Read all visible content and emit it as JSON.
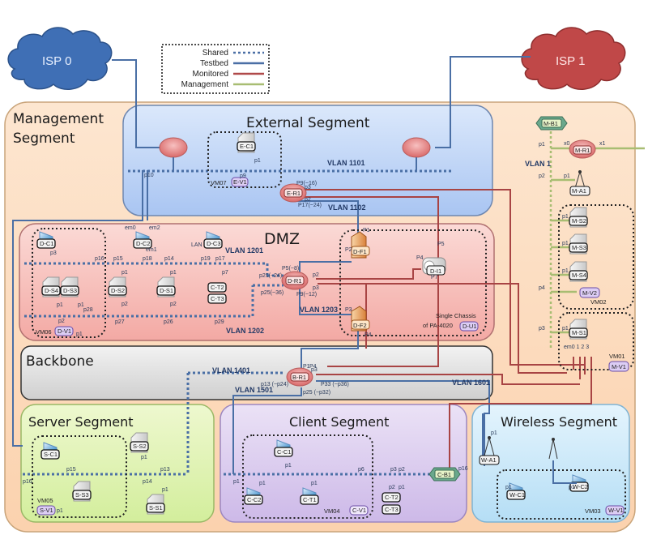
{
  "clouds": [
    {
      "id": "isp0",
      "label": "ISP 0",
      "color": "#3f6fb5"
    },
    {
      "id": "isp1",
      "label": "ISP 1",
      "color": "#c04848"
    }
  ],
  "legend": {
    "items": [
      {
        "label": "Shared",
        "style": "dotted",
        "color": "#4a6fa5"
      },
      {
        "label": "Testbed",
        "style": "solid",
        "color": "#4a6fa5"
      },
      {
        "label": "Monitored",
        "style": "solid",
        "color": "#b04a4a"
      },
      {
        "label": "Management",
        "style": "solid",
        "color": "#a8bd72"
      }
    ]
  },
  "colors": {
    "shared": "#4a6fa5",
    "testbed": "#4a6fa5",
    "monitored": "#a84444",
    "management": "#a8bd72",
    "management_bg": "#fcdcbf",
    "external_bg": "#b9d2f7",
    "dmz_bg": "#f6b9b4",
    "backbone_bg": "#d9d9d9",
    "server_bg": "#d9f0a8",
    "client_bg": "#d7c6ec",
    "wireless_bg": "#c5e6f8"
  },
  "segments": {
    "management": "Management Segment",
    "management_line1": "Management",
    "management_line2": "Segment",
    "external": "External Segment",
    "dmz": "DMZ",
    "backbone": "Backbone",
    "server": "Server Segment",
    "client": "Client Segment",
    "wireless": "Wireless Segment"
  },
  "vlans": {
    "v1101": "VLAN 1101",
    "v1102": "VLAN 1102",
    "v1201": "VLAN 1201",
    "v1202": "VLAN 1202",
    "v1203": "VLAN 1203",
    "v1401": "VLAN 1401",
    "v1501": "VLAN 1501",
    "v1601": "VLAN 1601",
    "v1": "VLAN 1"
  },
  "vms": {
    "vm01": "VM01",
    "vm02": "VM02",
    "vm03": "VM03",
    "vm04": "VM04",
    "vm05": "VM05",
    "vm06": "VM06",
    "vm07": "VM07"
  },
  "chassis": {
    "line1": "Single Chassis",
    "line2": "of PA-4020"
  },
  "devices": {
    "ec1": "E-C1",
    "ev1": "E-V1",
    "er1": "E-R1",
    "dc1": "D-C1",
    "dc2": "D-C2",
    "dc3": "D-C3",
    "ds1": "D-S1",
    "ds2": "D-S2",
    "ds3": "D-S3",
    "ds4": "D-S4",
    "dv1": "D-V1",
    "dr1": "D-R1",
    "df1": "D-F1",
    "df2": "D-F2",
    "di1": "D-I1",
    "du1": "D-U1",
    "ct2": "C-T2",
    "ct3": "C-T3",
    "br1": "B-R1",
    "sc1": "S-C1",
    "ss1": "S-S1",
    "ss2": "S-S2",
    "ss3": "S-S3",
    "sv1": "S-V1",
    "cc1": "C-C1",
    "cc2": "C-C2",
    "ct1": "C-T1",
    "cv1": "C-V1",
    "cb1": "C-B1",
    "ct2b": "C-T2",
    "ct3b": "C-T3",
    "wa1": "W-A1",
    "wc1": "W-C1",
    "wc2": "W-C2",
    "wv1": "W-V1",
    "mb1": "M-B1",
    "mr1": "M-R1",
    "ma1": "M-A1",
    "ms1": "M-S1",
    "ms2": "M-S2",
    "ms3": "M-S3",
    "ms4": "M-S4",
    "mv1": "M-V1",
    "mv2": "M-V2"
  },
  "ports": {
    "ext_p10": "p10",
    "ext_p1": "p1",
    "ext_p9": "p9",
    "er1_p9": "P9(~16)",
    "er1_p3": "p3",
    "er1_p2": "p2",
    "er1_p17": "P17(~24)",
    "dc2_em0": "em0",
    "dc2_em2": "em2",
    "dc2_em1": "em1",
    "dc1_p3": "p3",
    "dc3_lan": "LAN",
    "p16": "p16",
    "p15": "p15",
    "p18": "p18",
    "p14": "p14",
    "p19": "p19",
    "p17": "p17",
    "ds2_p1": "p1",
    "ds2_p2": "p2",
    "ds1_p1": "p1",
    "ds1_p2": "p2",
    "ct_p7": "p7",
    "p27": "p27",
    "p26": "p26",
    "p29": "p29",
    "p28": "p28",
    "ds4_p1": "p1",
    "ds3_p1": "p1",
    "dv1_p2": "p2",
    "dv1_p1": "p1",
    "dr1_p5": "P5(~8)",
    "dr1_p21": "p21(~24)",
    "dr1_p25": "p25(~36)",
    "dr1_p2": "p2",
    "dr1_p3": "p3",
    "dr1_p9": "P9(~12)",
    "df1_p1": "P1",
    "df1_p2": "P2",
    "df2_p3": "P3",
    "df2_p4": "P4",
    "di1_p4": "P4",
    "di1_p5": "P5",
    "di1_p7": "P7",
    "br1_p1": "P1",
    "br1_p4": "P4",
    "br1_p3": "p3",
    "br1_p13": "p13 (~p24)",
    "br1_p33": "P33 (~p36)",
    "br1_p25": "p25 (~p32)",
    "srv_p16": "p16",
    "srv_p15": "p15",
    "srv_p14": "p14",
    "srv_p13": "p13",
    "ss2_p1": "p1",
    "ss1_p1": "p1",
    "sv1_p1": "p1",
    "cli_p1": "p1",
    "cc2_p1": "p1",
    "cc1_p1": "p1",
    "ct1_p1": "p1",
    "cli_p6": "p6",
    "cli_p3": "p3",
    "cli_p2": "p2",
    "ct_p2": "p2",
    "ct_p1": "p1",
    "cb1_p16": "p16",
    "wa1_p1": "p1",
    "wc1_p1": "p1",
    "wc2_p1": "p1",
    "mgmt_p1": "p1",
    "mgmt_p2": "p2",
    "mgmt_p4": "p4",
    "mgmt_p3": "p3",
    "mr1_x0": "x0",
    "mr1_x1": "x1",
    "ma1_p1": "p1",
    "ms2_p1": "p1",
    "ms3_p1": "p1",
    "ms4_p1": "p1",
    "ms1_p1": "p1",
    "ms1_em": "em0 1 2 3"
  }
}
